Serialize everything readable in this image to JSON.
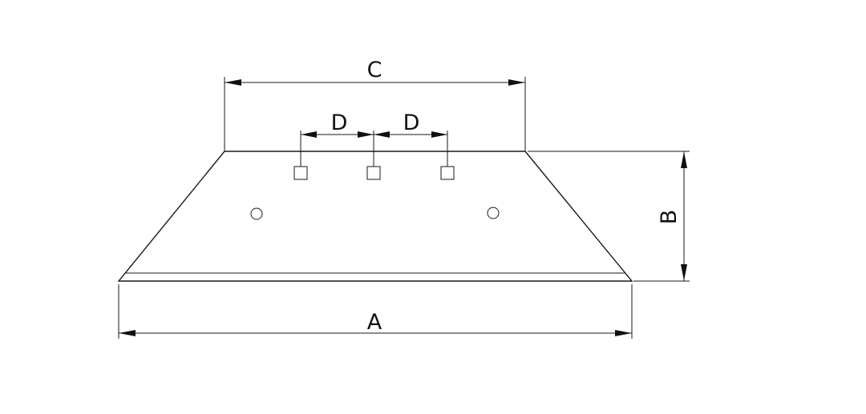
{
  "diagram": {
    "dimensions": {
      "a": "A",
      "b": "B",
      "c": "C",
      "d_left": "D",
      "d_right": "D"
    },
    "colors": {
      "line": "#1a1a1a",
      "background": "#ffffff"
    }
  }
}
